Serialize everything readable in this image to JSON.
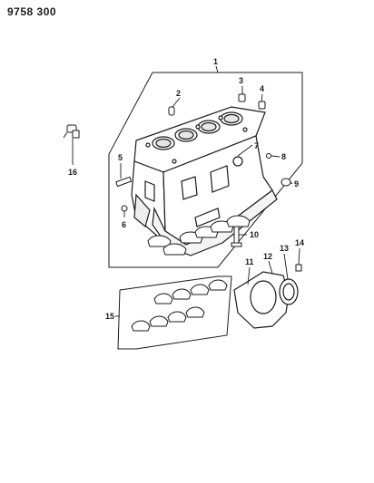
{
  "document": {
    "id": "9758 300"
  },
  "callouts": [
    "1",
    "2",
    "3",
    "4",
    "5",
    "6",
    "7",
    "8",
    "9",
    "10",
    "11",
    "12",
    "13",
    "14",
    "15",
    "16"
  ],
  "colors": {
    "ink": "#1a1a1a",
    "paper": "#ffffff"
  }
}
